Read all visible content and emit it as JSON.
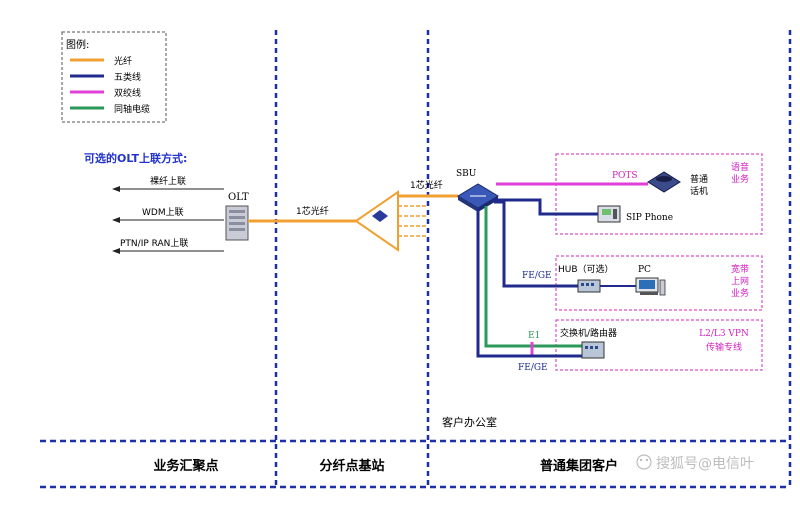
{
  "legend": {
    "title": "图例:",
    "items": [
      {
        "label": "光纤",
        "color": "#f0a030"
      },
      {
        "label": "五类线",
        "color": "#1f2a8c"
      },
      {
        "label": "双绞线",
        "color": "#e23fd8"
      },
      {
        "label": "同轴电缆",
        "color": "#2a9a5a"
      }
    ]
  },
  "uplink": {
    "title": "可选的OLT上联方式:",
    "options": [
      "裸纤上联",
      "WDM上联",
      "PTN/IP RAN上联"
    ]
  },
  "devices": {
    "olt": "OLT",
    "sbu": "SBU",
    "phone": "普通话机",
    "sip": "SIP Phone",
    "hub": "HUB（可选）",
    "pc": "PC",
    "switch": "交换机/路由器"
  },
  "links": {
    "olt_splitter": "1芯光纤",
    "splitter_sbu": "1芯光纤",
    "pots": "POTS",
    "fe_ge_hub": "FE/GE",
    "e1": "E1",
    "fe_ge_switch": "FE/GE"
  },
  "services": {
    "voice": "语音业务",
    "broadband": "宽带上网业务",
    "vpn_line1": "L2/L3 VPN",
    "vpn_line2": "传输专线"
  },
  "zones": {
    "office": "客户办公室",
    "aggregation": "业务汇聚点",
    "splitter_site": "分纤点基站",
    "enterprise": "普通集团客户"
  },
  "watermark": "搜狐号@电信叶",
  "colors": {
    "fiber": "#f0a030",
    "cat5": "#1f2a8c",
    "twisted": "#e23fd8",
    "coax": "#2a9a5a",
    "divider": "#1a2fa8",
    "zone_border": "#d94fc8",
    "service_text": "#d020c0",
    "uplink_title": "#2233cc"
  }
}
